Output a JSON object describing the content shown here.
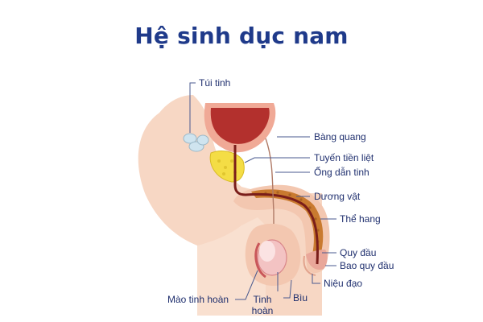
{
  "title": "Hệ sinh dục nam",
  "labels": {
    "seminal_vesicle": "Túi tinh",
    "bladder": "Bàng quang",
    "prostate": "Tuyến tiền liệt",
    "vas_deferens": "Ống dẫn tinh",
    "penis": "Dương vật",
    "corpus": "Thể hang",
    "glans": "Quy đầu",
    "foreskin": "Bao quy đầu",
    "urethra": "Niệu đạo",
    "epididymis": "Mào tinh hoàn",
    "testis": "Tinh hoàn",
    "scrotum": "Bìu"
  },
  "colors": {
    "title": "#1f3a8a",
    "skin": "#f7d7c4",
    "skin_dark": "#eebfa7",
    "bladder_outer": "#f0a996",
    "bladder_inner": "#b3302d",
    "prostate": "#f4dd45",
    "corpus": "#c97a2f",
    "testis": "#f3c3c3",
    "label": "#1f2f6e",
    "line": "#4a5a8f"
  }
}
